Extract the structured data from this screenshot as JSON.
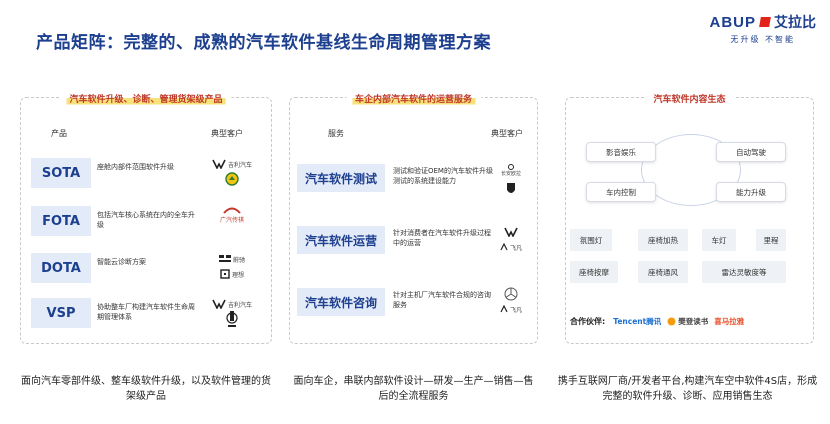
{
  "title": "产品矩阵：完整的、成熟的汽车软件基线生命周期管理方案",
  "logo": {
    "brand": "ABUP",
    "cn": "艾拉比",
    "tagline": "无升级 不智能"
  },
  "panel1": {
    "title": "汽车软件升级、诊断、管理货架级产品",
    "col_product": "产品",
    "col_customer": "典型客户",
    "rows": [
      {
        "name": "SOTA",
        "desc": "座舱内部件范围软件升级",
        "customers": [
          "吉利汽车",
          ""
        ]
      },
      {
        "name": "FOTA",
        "desc": "包括汽车核心系统在内的全车升级",
        "customers": [
          "广汽传祺"
        ]
      },
      {
        "name": "DOTA",
        "desc": "智能云诊断方案",
        "customers": [
          "蔚驰",
          "理想"
        ]
      },
      {
        "name": "VSP",
        "desc": "协助整车厂构建汽车软件生命周期管理体系",
        "customers": [
          "吉利汽车",
          ""
        ]
      }
    ]
  },
  "panel2": {
    "title": "车企内部汽车软件的运营服务",
    "col_service": "服务",
    "col_customer": "典型客户",
    "rows": [
      {
        "name": "汽车软件测试",
        "desc": "测试和验证OEM的汽车软件升级测试的系统建设能力",
        "customers": [
          "长安欧拉",
          ""
        ]
      },
      {
        "name": "汽车软件运营",
        "desc": "针对消费者在汽车软件升级过程中的运营",
        "customers": [
          "",
          "飞凡"
        ]
      },
      {
        "name": "汽车软件咨询",
        "desc": "针对主机厂汽车软件合规的咨询服务",
        "customers": [
          "",
          "飞凡"
        ]
      }
    ]
  },
  "panel3": {
    "title": "汽车软件内容生态",
    "cycle": [
      "影音娱乐",
      "自动驾驶",
      "车内控制",
      "能力升级"
    ],
    "tiles": [
      "氛围灯",
      "座椅加热",
      "车灯",
      "里程",
      "座椅按摩",
      "座椅通风",
      "雷达灵敏度等"
    ],
    "partners_label": "合作伙伴:",
    "partners": [
      "Tencent腾讯",
      "樊登读书",
      "喜马拉雅"
    ]
  },
  "bottom": {
    "b1": "面向汽车零部件级、整车级软件升级，以及软件管理的货架级产品",
    "b2": "面向车企，串联内部软件设计—研发—生产—销售—售后的全流程服务",
    "b3": "携手互联网厂商/开发者平台,构建汽车空中软件4S店，形成完整的软件升级、诊断、应用销售生态"
  },
  "colors": {
    "title": "#1d3f8f",
    "accent_red": "#c0392b",
    "badge_bg": "#e4ebf8",
    "tencent": "#1b6fd1",
    "fandeng": "#444444",
    "ximalaya": "#e8542f"
  }
}
